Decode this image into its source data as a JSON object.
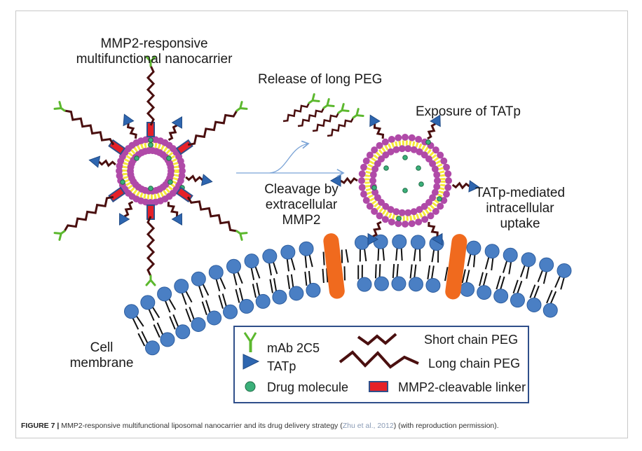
{
  "figure": {
    "labels": {
      "nanocarrier_title_line1": "MMP2-responsive",
      "nanocarrier_title_line2": "multifunctional nanocarrier",
      "release": "Release of long PEG",
      "exposure": "Exposure of TATp",
      "cleavage_line1": "Cleavage by",
      "cleavage_line2": "extracellular",
      "cleavage_line3": "MMP2",
      "uptake_line1": "TATp-mediated",
      "uptake_line2": "intracellular",
      "uptake_line3": "uptake",
      "membrane_line1": "Cell",
      "membrane_line2": "membrane"
    },
    "legend": {
      "items": [
        {
          "icon": "antibody-icon",
          "label": "mAb 2C5"
        },
        {
          "icon": "triangle-icon",
          "label": "TATp"
        },
        {
          "icon": "dot-icon",
          "label": "Drug molecule"
        },
        {
          "icon": "short-zigzag-icon",
          "label": "Short chain PEG"
        },
        {
          "icon": "long-zigzag-icon",
          "label": "Long chain PEG"
        },
        {
          "icon": "red-rect-icon",
          "label": "MMP2-cleavable linker"
        }
      ]
    },
    "colors": {
      "antibody": "#5cb82e",
      "tatp": "#2e66b0",
      "drug": "#3bb07a",
      "peg": "#4a0f0f",
      "linker": "#e52028",
      "linker_border": "#2f4f8a",
      "lipid_outer": "#b04aa8",
      "lipid_inner": "#f5e83a",
      "membrane_head": "#4a7fc4",
      "protein": "#f06a1e",
      "arrow": "#7aa3d6"
    }
  },
  "caption": {
    "label": "FIGURE 7 |",
    "text_before": " MMP2-responsive multifunctional liposomal nanocarrier and its drug delivery strategy (",
    "citation": "Zhu et al., 2012",
    "text_after": ") (with reproduction permission)."
  }
}
